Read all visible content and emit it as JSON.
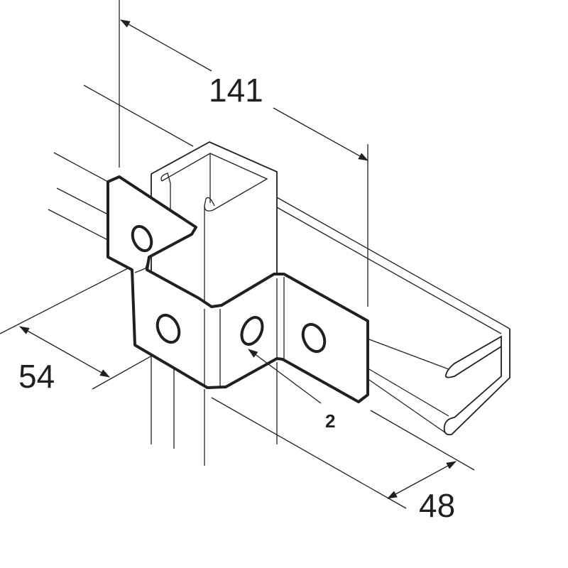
{
  "diagram": {
    "dimensions": {
      "width": "141",
      "depth": "54",
      "channel": "48"
    },
    "callout": "2",
    "colors": {
      "line": "#231f20",
      "background": "#ffffff"
    }
  }
}
